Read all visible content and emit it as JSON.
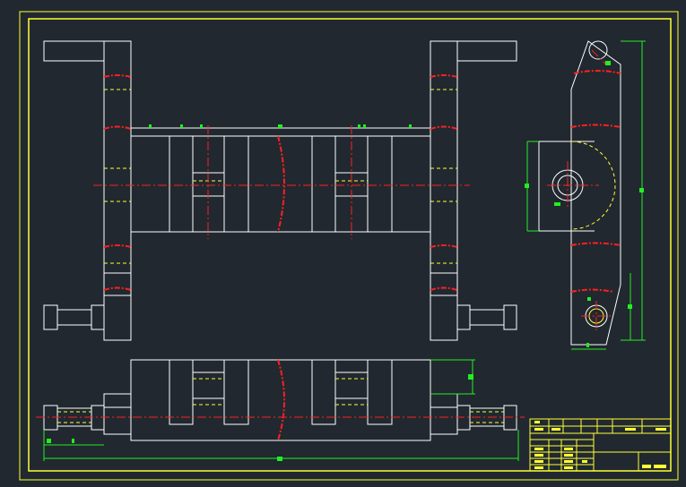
{
  "drawing": {
    "background": "#212830",
    "colors": {
      "frame": "#ffff33",
      "outline": "#ffffff",
      "centerline": "#ff2020",
      "dimension": "#22ee22",
      "hidden": "#ffff33"
    },
    "views": [
      "front-view",
      "side-view",
      "bottom-view"
    ],
    "title_block": {
      "present": true,
      "text_rendered": "illegible"
    }
  }
}
